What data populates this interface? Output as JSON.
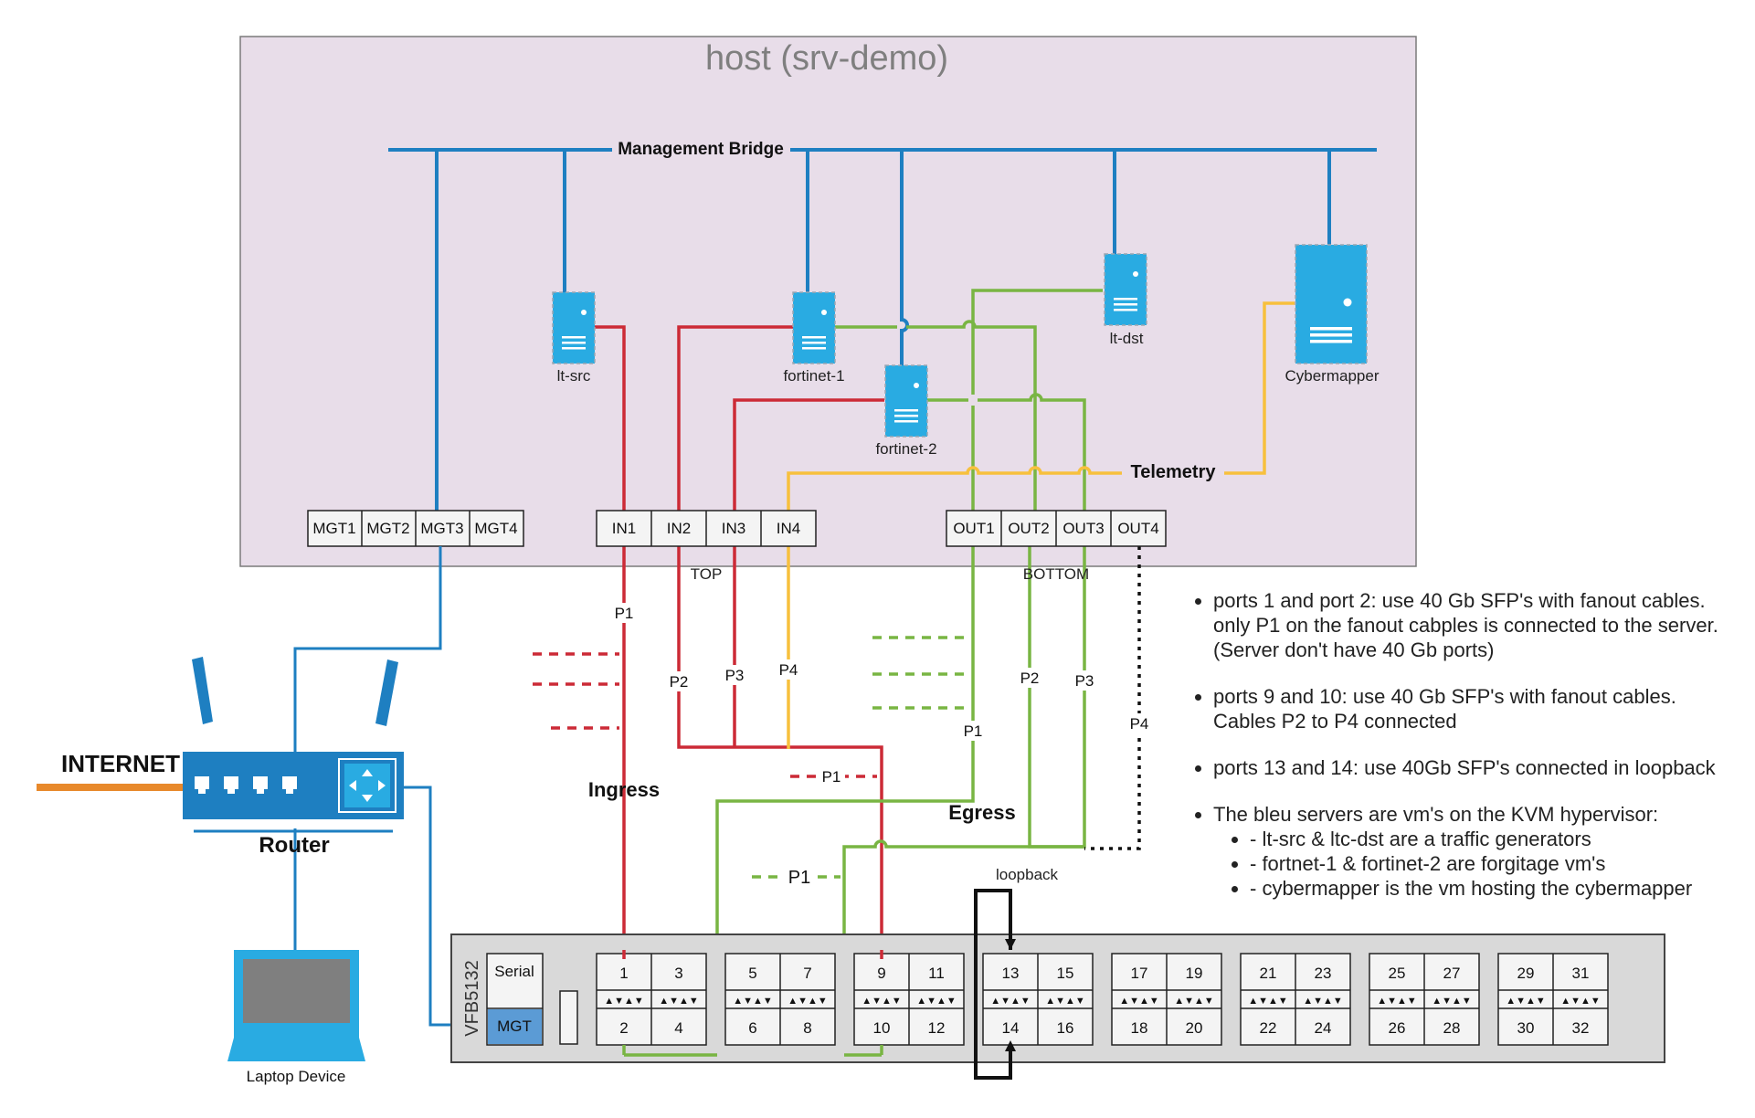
{
  "host": {
    "title": "host (srv-demo)"
  },
  "bridge": {
    "label": "Management Bridge"
  },
  "servers": {
    "lt_src": "lt-src",
    "fortinet_1": "fortinet-1",
    "fortinet_2": "fortinet-2",
    "lt_dst": "lt-dst",
    "cybermapper": "Cybermapper"
  },
  "telemetry": "Telemetry",
  "mgt_ports": [
    "MGT1",
    "MGT2",
    "MGT3",
    "MGT4"
  ],
  "in_ports": [
    "IN1",
    "IN2",
    "IN3",
    "IN4"
  ],
  "out_ports": [
    "OUT1",
    "OUT2",
    "OUT3",
    "OUT4"
  ],
  "top_label": "TOP",
  "bottom_label": "BOTTOM",
  "cables": {
    "p1": "P1",
    "p2": "P2",
    "p3": "P3",
    "p4": "P4",
    "ingress": "Ingress",
    "egress": "Egress",
    "loopback": "loopback"
  },
  "internet": "INTERNET",
  "router": "Router",
  "laptop": "Laptop Device",
  "switch": {
    "model": "VFB5132",
    "serial": "Serial",
    "mgt": "MGT",
    "groups": [
      {
        "top": [
          "1",
          "3"
        ],
        "bottom": [
          "2",
          "4"
        ]
      },
      {
        "top": [
          "5",
          "7"
        ],
        "bottom": [
          "6",
          "8"
        ]
      },
      {
        "top": [
          "9",
          "11"
        ],
        "bottom": [
          "10",
          "12"
        ]
      },
      {
        "top": [
          "13",
          "15"
        ],
        "bottom": [
          "14",
          "16"
        ]
      },
      {
        "top": [
          "17",
          "19"
        ],
        "bottom": [
          "18",
          "20"
        ]
      },
      {
        "top": [
          "21",
          "23"
        ],
        "bottom": [
          "22",
          "24"
        ]
      },
      {
        "top": [
          "25",
          "27"
        ],
        "bottom": [
          "26",
          "28"
        ]
      },
      {
        "top": [
          "29",
          "31"
        ],
        "bottom": [
          "30",
          "32"
        ]
      }
    ],
    "arrows": "▲▼▲▼"
  },
  "notes": {
    "n1": "ports 1 and port 2: use 40 Gb SFP's with fanout cables. only P1 on the fanout cabples is connected  to the server. (Server don't have 40 Gb ports)",
    "n2": "ports 9 and 10: use 40 Gb SFP's with fanout cables. Cables P2 to P4 connected",
    "n3": "ports 13 and 14: use 40Gb SFP's connected in loopback",
    "n4": "The bleu servers are vm's on the KVM hypervisor:",
    "sub": [
      "- lt-src & ltc-dst are a traffic generators",
      "- fortnet-1 & fortinet-2 are forgitage vm's",
      "- cybermapper is the vm hosting the cybermapper"
    ]
  },
  "colors": {
    "host_fill": "#e8dde9",
    "blue": "#1e7fc1",
    "server_blue": "#29abe2",
    "red": "#cc2a36",
    "green": "#79b543",
    "yellow": "#f7c03d",
    "orange": "#e8892b",
    "switch_fill": "#d9d9d9",
    "mgt_fill": "#5b9bd5"
  }
}
